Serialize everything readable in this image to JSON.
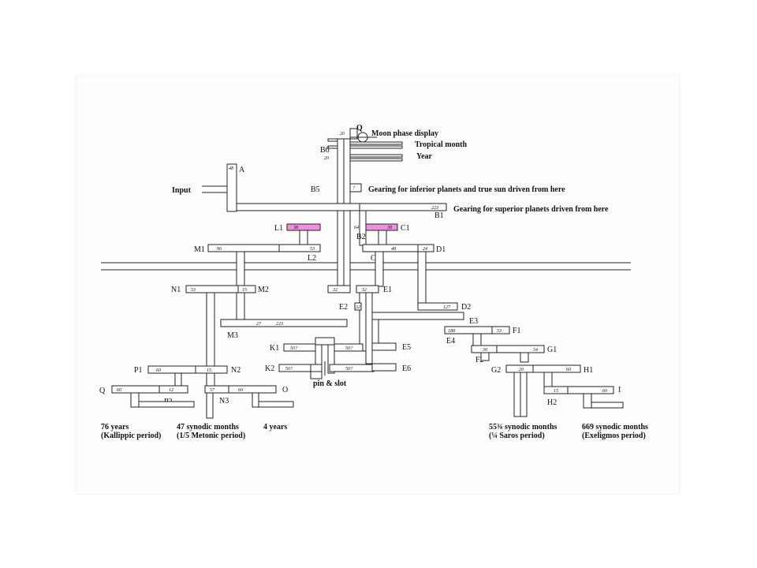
{
  "labels": {
    "moon_phase": "Moon phase display",
    "tropical_month": "Tropical month",
    "year": "Year",
    "input": "Input",
    "inferior": "Gearing for inferior planets and true sun driven from here",
    "superior": "Gearing for superior planets driven from here",
    "pin_slot": "pin & slot",
    "kallippic_1": "76 years",
    "kallippic_2": "(Kallippic period)",
    "metonic_1": "47 synodic months",
    "metonic_2": "(1/5 Metonic period)",
    "four_years": "4 years",
    "saros_1": "55¾ synodic months",
    "saros_2": "(¼ Saros period)",
    "exeligmos_1": "669 synodic months",
    "exeligmos_2": "(Exeligmos period)"
  },
  "gear_names": {
    "Q_top": "Q",
    "B6": "B6",
    "A": "A",
    "B5": "B5",
    "B1": "B1",
    "L1": "L1",
    "C1": "C1",
    "B2": "B2",
    "M1": "M1",
    "D1": "D1",
    "L2": "L2",
    "C2": "C2",
    "N1": "N1",
    "M2": "M2",
    "E1": "E1",
    "E2": "E2",
    "D2": "D2",
    "E3": "E3",
    "M3": "M3",
    "F1": "F1",
    "E4": "E4",
    "K1": "K1",
    "E5": "E5",
    "G1": "G1",
    "F2": "F2",
    "K2": "K2",
    "E6": "E6",
    "G2": "G2",
    "H1": "H1",
    "P1": "P1",
    "N2": "N2",
    "Q_bot": "Q",
    "O": "O",
    "I": "I",
    "P2": "P2",
    "N3": "N3",
    "H2": "H2"
  },
  "teeth": {
    "Q_top": "20",
    "B6": "20",
    "A": "48",
    "B5": "?",
    "B1": "223",
    "L1": "38",
    "C1": "38",
    "B2": "64",
    "M1": "96",
    "L2": "53",
    "C2": "48",
    "D1": "24",
    "N1": "53",
    "M2": "15",
    "E1a": "32",
    "E1b": "32",
    "E2": "32",
    "D2": "127",
    "M3a": "27",
    "M3b": "223",
    "E3": "188",
    "F1": "53",
    "K1a": "50?",
    "K1b": "50?",
    "F2": "30",
    "G1": "54",
    "K2a": "50?",
    "K2b": "50?",
    "G2": "20",
    "H1": "60",
    "P1": "60",
    "N2": "15",
    "Q_bot": "60",
    "P2": "12",
    "N3": "57",
    "O": "60",
    "H2": "15",
    "I": "60"
  }
}
